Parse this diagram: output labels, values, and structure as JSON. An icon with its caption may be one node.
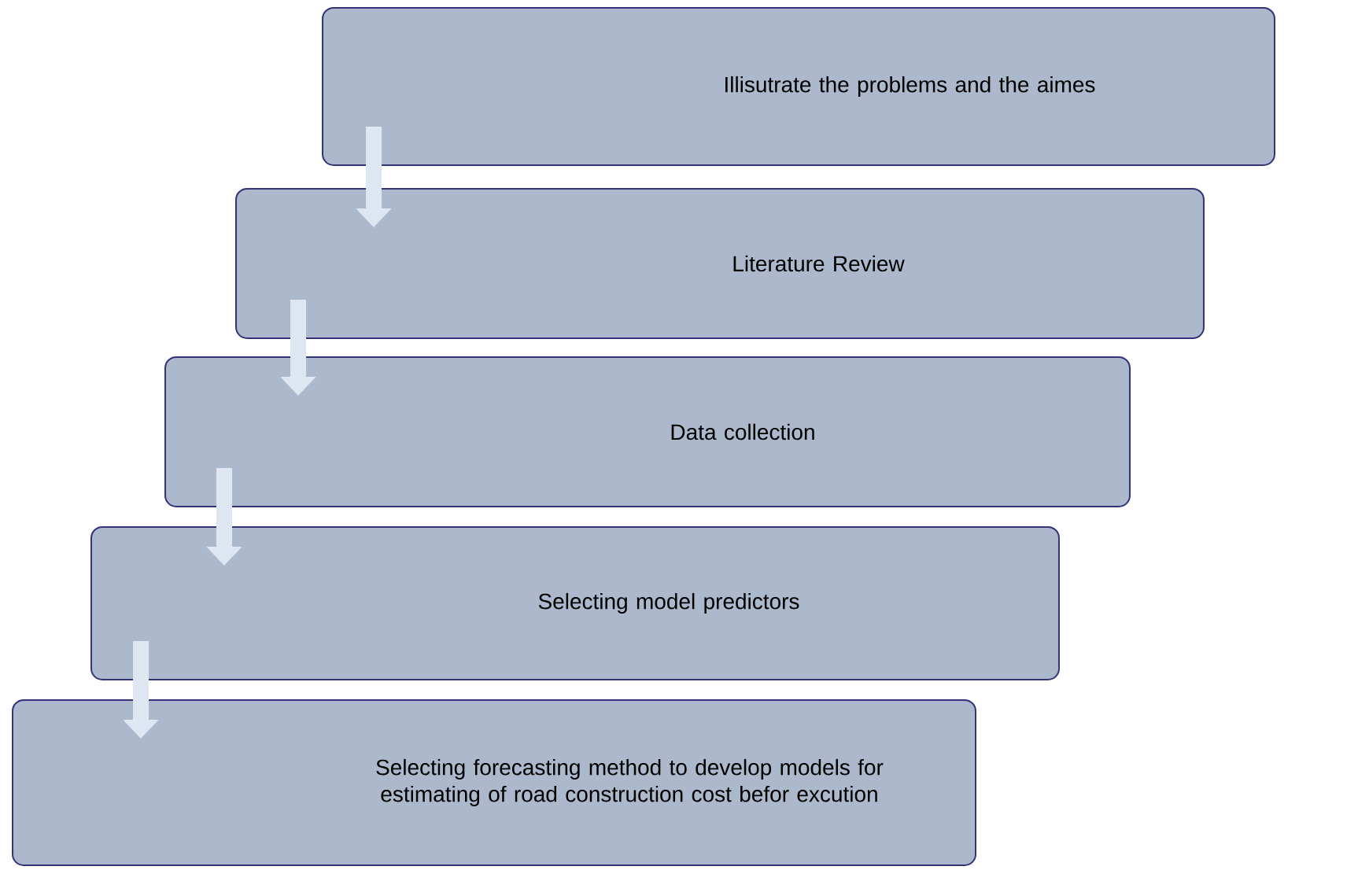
{
  "diagram": {
    "nodes": [
      {
        "text": [
          "Illisutrate the problems and the aimes"
        ]
      },
      {
        "text": [
          "Literature Review"
        ]
      },
      {
        "text": [
          "Data collection"
        ]
      },
      {
        "text": [
          "Selecting model predictors"
        ]
      },
      {
        "text": [
          "Selecting forecasting method to develop models for estimating of road construction cost befor excution"
        ]
      }
    ],
    "edges": [
      {
        "from": 0,
        "to": 1,
        "arrow": "to"
      },
      {
        "from": 1,
        "to": 2,
        "arrow": "to"
      },
      {
        "from": 2,
        "to": 3,
        "arrow": "to"
      },
      {
        "from": 3,
        "to": 4,
        "arrow": "to"
      }
    ]
  }
}
